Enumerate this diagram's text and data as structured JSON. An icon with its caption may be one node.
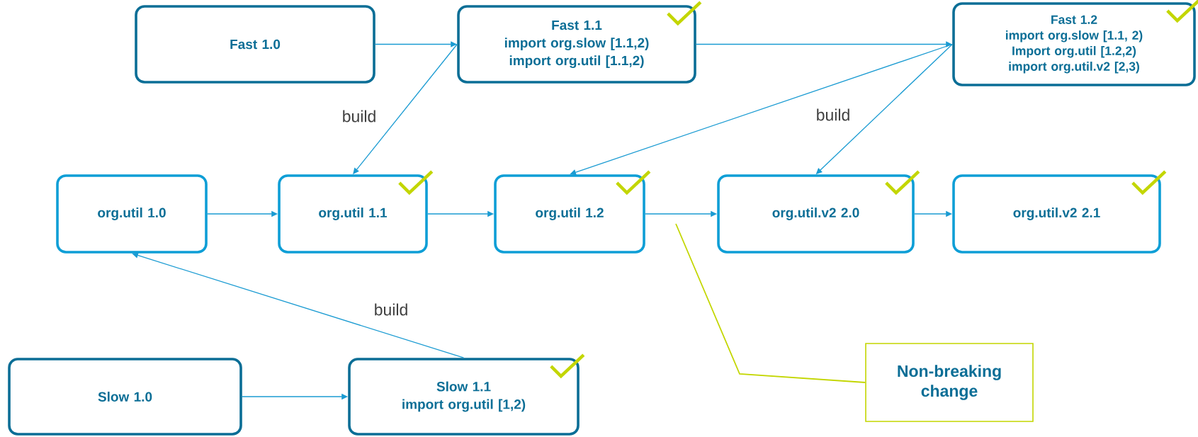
{
  "diagram": {
    "nodes": [
      {
        "text": [
          "Fast 1.0"
        ]
      },
      {
        "text": [
          "Fast 1.1",
          "import org.slow [1.1,2)",
          "import org.util [1.1,2)"
        ]
      },
      {
        "text": [
          "Fast 1.2",
          "import org.slow [1.1, 2)",
          "Import org.util [1.2,2)",
          "import org.util.v2 [2,3)"
        ]
      },
      {
        "text": [
          "org.util 1.0"
        ]
      },
      {
        "text": [
          "org.util 1.1"
        ]
      },
      {
        "text": [
          "org.util 1.2"
        ]
      },
      {
        "text": [
          "org.util.v2 2.0"
        ]
      },
      {
        "text": [
          "org.util.v2 2.1"
        ]
      },
      {
        "text": [
          "Slow 1.0"
        ]
      },
      {
        "text": [
          "Slow 1.1",
          "import org.util [1,2)"
        ]
      },
      {
        "text": [
          "Non-breaking change"
        ]
      }
    ],
    "edges": [
      {
        "from": 0,
        "to": 1,
        "arrow": "to"
      },
      {
        "from": 1,
        "to": 2,
        "arrow": "to"
      },
      {
        "from": 3,
        "to": 4,
        "arrow": "to"
      },
      {
        "from": 4,
        "to": 5,
        "arrow": "to"
      },
      {
        "from": 5,
        "to": 6,
        "arrow": "to"
      },
      {
        "from": 6,
        "to": 7,
        "arrow": "to"
      },
      {
        "from": 8,
        "to": 9,
        "arrow": "to"
      },
      {
        "from": 1,
        "to": 4,
        "arrow": "to",
        "label": "build"
      },
      {
        "from": 2,
        "to": 5,
        "arrow": "to"
      },
      {
        "from": 2,
        "to": 6,
        "arrow": "to",
        "label": "build"
      },
      {
        "from": 9,
        "to": 3,
        "arrow": "to",
        "label": "build"
      },
      {
        "from": 10,
        "to": null,
        "arrow": "none",
        "color": "#c3d600"
      }
    ]
  }
}
